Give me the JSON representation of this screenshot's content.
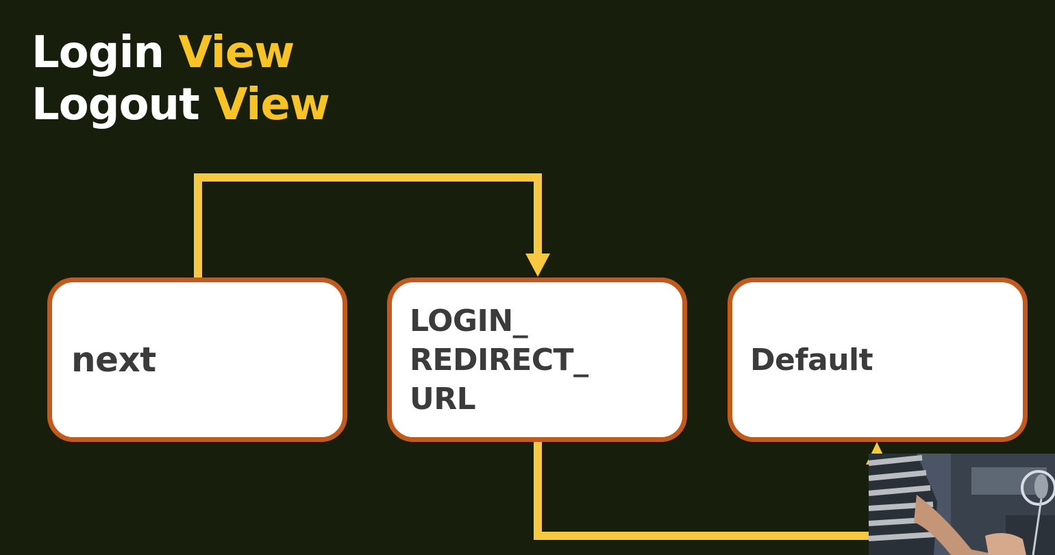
{
  "title": {
    "line1": {
      "plain": "Login",
      "accent": "View"
    },
    "line2": {
      "plain": "Logout",
      "accent": "View"
    }
  },
  "nodes": [
    {
      "id": "next",
      "lines": [
        "next"
      ]
    },
    {
      "id": "login_redirect_url",
      "lines": [
        "LOGIN_",
        "REDIRECT_",
        "URL"
      ]
    },
    {
      "id": "default",
      "lines": [
        "Default"
      ]
    }
  ],
  "colors": {
    "background": "#171f0c",
    "title_plain": "#ffffff",
    "title_accent": "#f7c325",
    "connector": "#f7c840",
    "node_border": "#c25a1c",
    "node_fill": "#ffffff",
    "node_text": "#3b3b3b"
  }
}
